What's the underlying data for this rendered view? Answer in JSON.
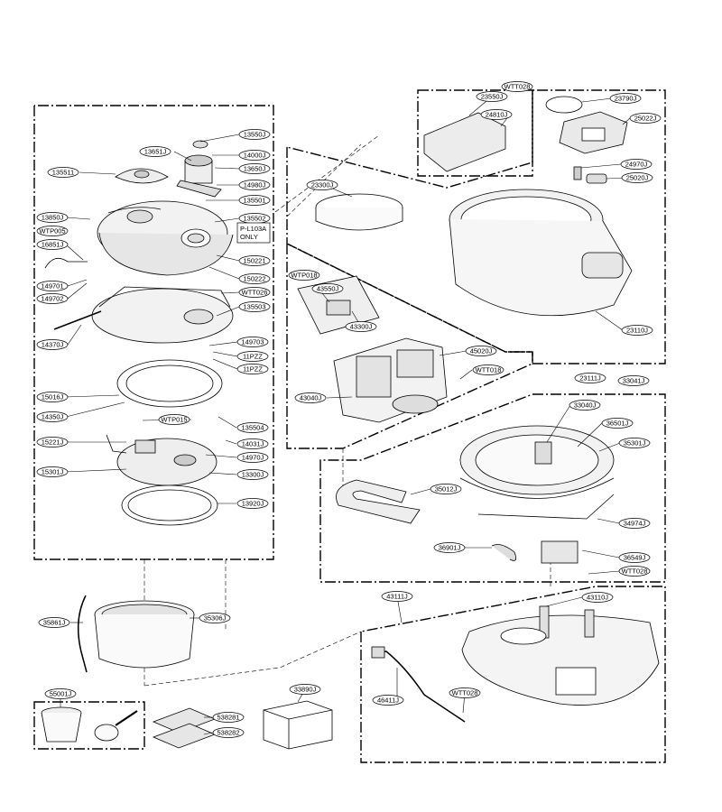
{
  "note": "P-L103A ONLY",
  "note_lines": [
    "P-L103A",
    "ONLY"
  ],
  "labels": [
    {
      "id": "l-13550J",
      "text": "13550J"
    },
    {
      "id": "l-13651J",
      "text": "13651J"
    },
    {
      "id": "l-14000J",
      "text": "14000J"
    },
    {
      "id": "l-13650J",
      "text": "13650J"
    },
    {
      "id": "l-135511",
      "text": "135511"
    },
    {
      "id": "l-14980J",
      "text": "14980J"
    },
    {
      "id": "l-135501",
      "text": "135501"
    },
    {
      "id": "l-13850J",
      "text": "13850J"
    },
    {
      "id": "l-135502",
      "text": "135502"
    },
    {
      "id": "l-WTP005",
      "text": "WTP005"
    },
    {
      "id": "l-16851J",
      "text": "16851J"
    },
    {
      "id": "l-150221",
      "text": "150221"
    },
    {
      "id": "l-150222",
      "text": "150222"
    },
    {
      "id": "l-149701",
      "text": "149701"
    },
    {
      "id": "l-149702",
      "text": "149702"
    },
    {
      "id": "l-WTT026",
      "text": "WTT026"
    },
    {
      "id": "l-135503",
      "text": "135503"
    },
    {
      "id": "l-14370J",
      "text": "14370J"
    },
    {
      "id": "l-149703",
      "text": "149703"
    },
    {
      "id": "l-11PZZ1",
      "text": "11PZZ"
    },
    {
      "id": "l-11PZZ2",
      "text": "11PZZ"
    },
    {
      "id": "l-15016J",
      "text": "15016J"
    },
    {
      "id": "l-14350J",
      "text": "14350J"
    },
    {
      "id": "l-WTP015",
      "text": "WTP015"
    },
    {
      "id": "l-135504",
      "text": "135504"
    },
    {
      "id": "l-15221J",
      "text": "15221J"
    },
    {
      "id": "l-14031J",
      "text": "14031J"
    },
    {
      "id": "l-14970J",
      "text": "14970J"
    },
    {
      "id": "l-15301J",
      "text": "15301J"
    },
    {
      "id": "l-13300J",
      "text": "13300J"
    },
    {
      "id": "l-13920J",
      "text": "13920J"
    },
    {
      "id": "l-WTT028-top",
      "text": "WTT028"
    },
    {
      "id": "l-23550J",
      "text": "23550J"
    },
    {
      "id": "l-24810J",
      "text": "24810J"
    },
    {
      "id": "l-23790J",
      "text": "23790J"
    },
    {
      "id": "l-25022J",
      "text": "25022J"
    },
    {
      "id": "l-23300J",
      "text": "23300J"
    },
    {
      "id": "l-24970J",
      "text": "24970J"
    },
    {
      "id": "l-25020J",
      "text": "25020J"
    },
    {
      "id": "l-WTP018",
      "text": "WTP018"
    },
    {
      "id": "l-43550J",
      "text": "43550J"
    },
    {
      "id": "l-43300J",
      "text": "43300J"
    },
    {
      "id": "l-23110J",
      "text": "23110J"
    },
    {
      "id": "l-45020J",
      "text": "45020J"
    },
    {
      "id": "l-WTT018",
      "text": "WTT018"
    },
    {
      "id": "l-43040J",
      "text": "43040J"
    },
    {
      "id": "l-23111J",
      "text": "23111J"
    },
    {
      "id": "l-33041J",
      "text": "33041J"
    },
    {
      "id": "l-33040J",
      "text": "33040J"
    },
    {
      "id": "l-36501J",
      "text": "36501J"
    },
    {
      "id": "l-35301J",
      "text": "35301J"
    },
    {
      "id": "l-35012J",
      "text": "35012J"
    },
    {
      "id": "l-34974J",
      "text": "34974J"
    },
    {
      "id": "l-36901J",
      "text": "36901J"
    },
    {
      "id": "l-36549J",
      "text": "36549J"
    },
    {
      "id": "l-WTT028-mid",
      "text": "WTT028"
    },
    {
      "id": "l-43111J",
      "text": "43111J"
    },
    {
      "id": "l-43110J",
      "text": "43110J"
    },
    {
      "id": "l-35861J",
      "text": "35861J"
    },
    {
      "id": "l-35306J",
      "text": "35306J"
    },
    {
      "id": "l-46411J",
      "text": "46411J"
    },
    {
      "id": "l-WTT028-bot",
      "text": "WTT028"
    },
    {
      "id": "l-55001J",
      "text": "55001J"
    },
    {
      "id": "l-33890J",
      "text": "33890J"
    },
    {
      "id": "l-538281",
      "text": "538281"
    },
    {
      "id": "l-538282",
      "text": "538282"
    }
  ]
}
